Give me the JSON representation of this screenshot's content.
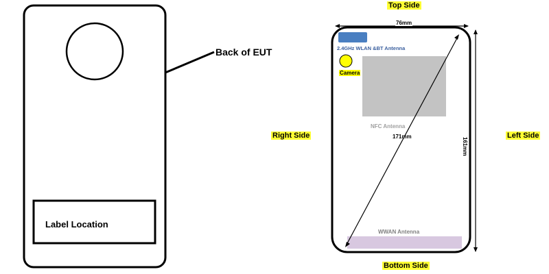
{
  "left_diagram": {
    "eut_label": "Back of EUT",
    "label_location": "Label Location"
  },
  "right_diagram": {
    "top_side": "Top Side",
    "bottom_side": "Bottom Side",
    "right_side": "Right Side",
    "left_side": "Left Side",
    "width_dim": "76mm",
    "height_dim": "161mm",
    "diagonal_dim": "171mm",
    "wlan_antenna": "2.4GHz WLAN &BT Antenna",
    "camera": "Camera",
    "nfc_antenna": "NFC Antenna",
    "wwan_antenna": "WWAN Antenna"
  },
  "colors": {
    "outline": "#000000",
    "highlight": "#ffff33",
    "wlan_antenna_fill": "#4a7fc1",
    "wlan_text": "#3a5f9e",
    "camera_fill": "#ffff00",
    "nfc_fill": "#c3c3c3",
    "nfc_text": "#a0a0a0",
    "wwan_fill": "#d8c8e0",
    "wwan_text": "#808080"
  }
}
